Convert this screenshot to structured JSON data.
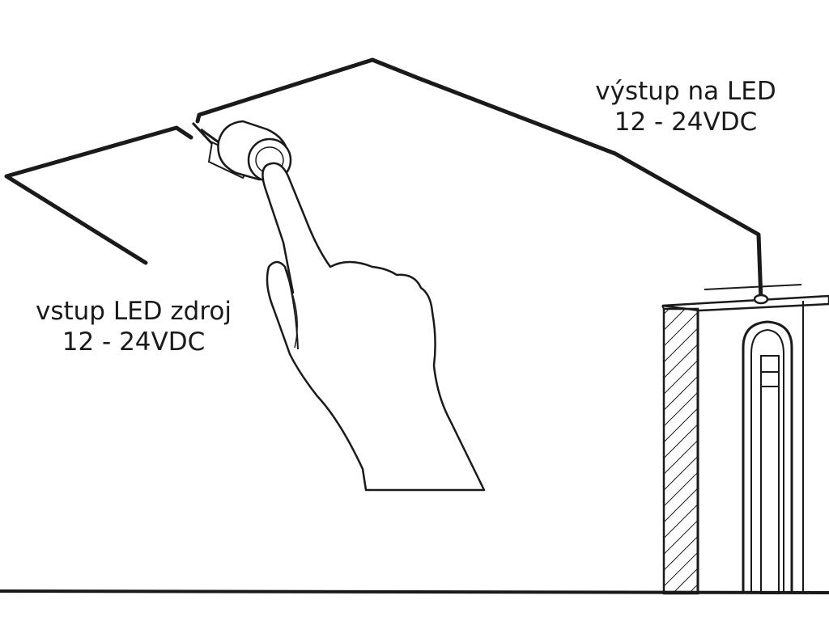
{
  "labels": {
    "input": {
      "line1": "vstup LED zdroj",
      "line2": "12 - 24VDC"
    },
    "output": {
      "line1": "výstup na LED",
      "line2": "12 - 24VDC"
    }
  },
  "colors": {
    "ink": "#1a1a1a",
    "background": "#ffffff"
  }
}
